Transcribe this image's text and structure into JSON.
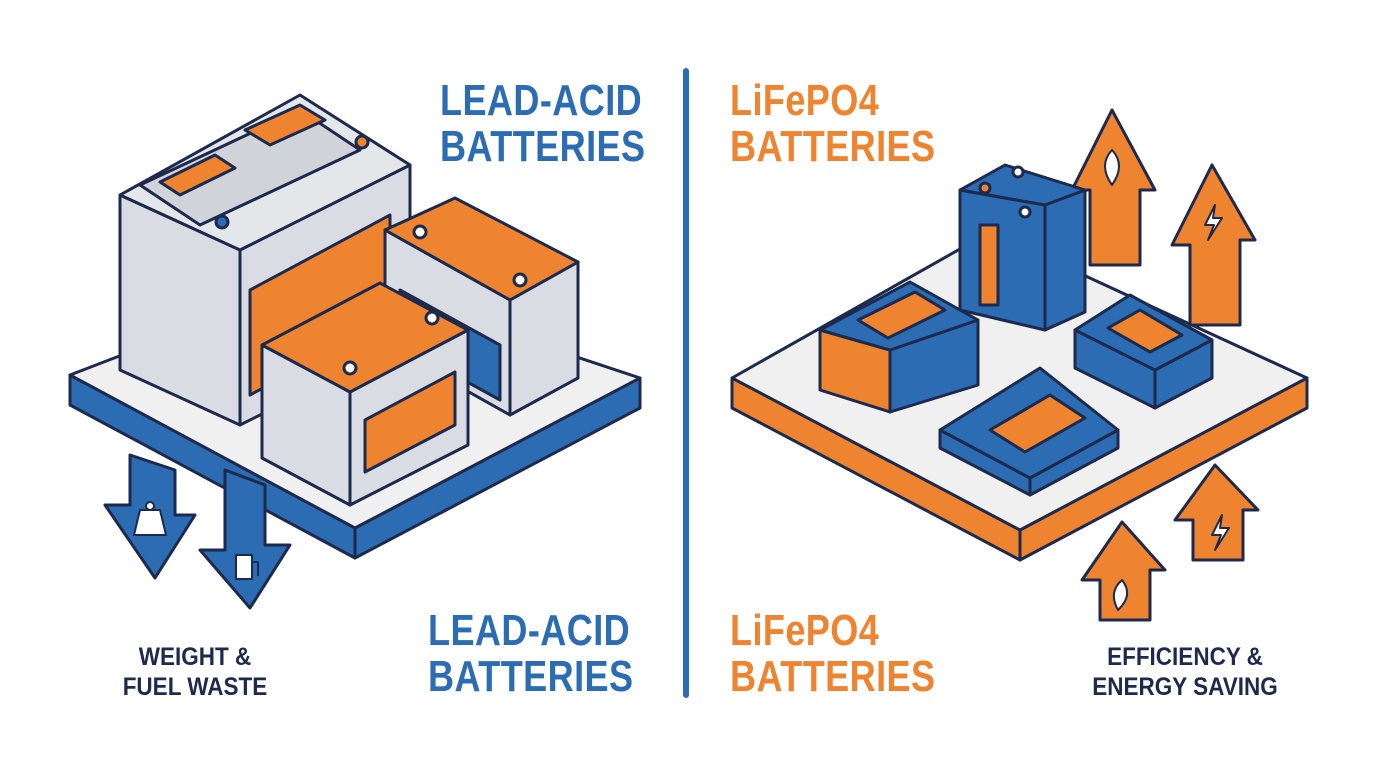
{
  "left": {
    "title_line1": "LEAD-ACID",
    "title_line2": "BATTERIES",
    "bottom_title_line1": "LEAD-ACID",
    "bottom_title_line2": "BATTERIES",
    "caption_line1": "WEIGHT &",
    "caption_line2": "FUEL WASTE",
    "icons": [
      "weight-icon",
      "fuel-pump-icon",
      "arrow-down-icon"
    ]
  },
  "right": {
    "title_line1": "LiFePO4",
    "title_line2": "BATTERIES",
    "bottom_title_line1": "LiFePO4",
    "bottom_title_line2": "BATTERIES",
    "caption_line1": "EFFICIENCY &",
    "caption_line2": "ENERGY SAVING",
    "icons": [
      "leaf-icon",
      "lightning-icon",
      "arrow-up-icon"
    ]
  },
  "colors": {
    "blue": "#2b6cb3",
    "orange": "#ee8330",
    "outline": "#1d2a4d",
    "gray": "#d9dde3",
    "platform": "#f0f0f0"
  }
}
